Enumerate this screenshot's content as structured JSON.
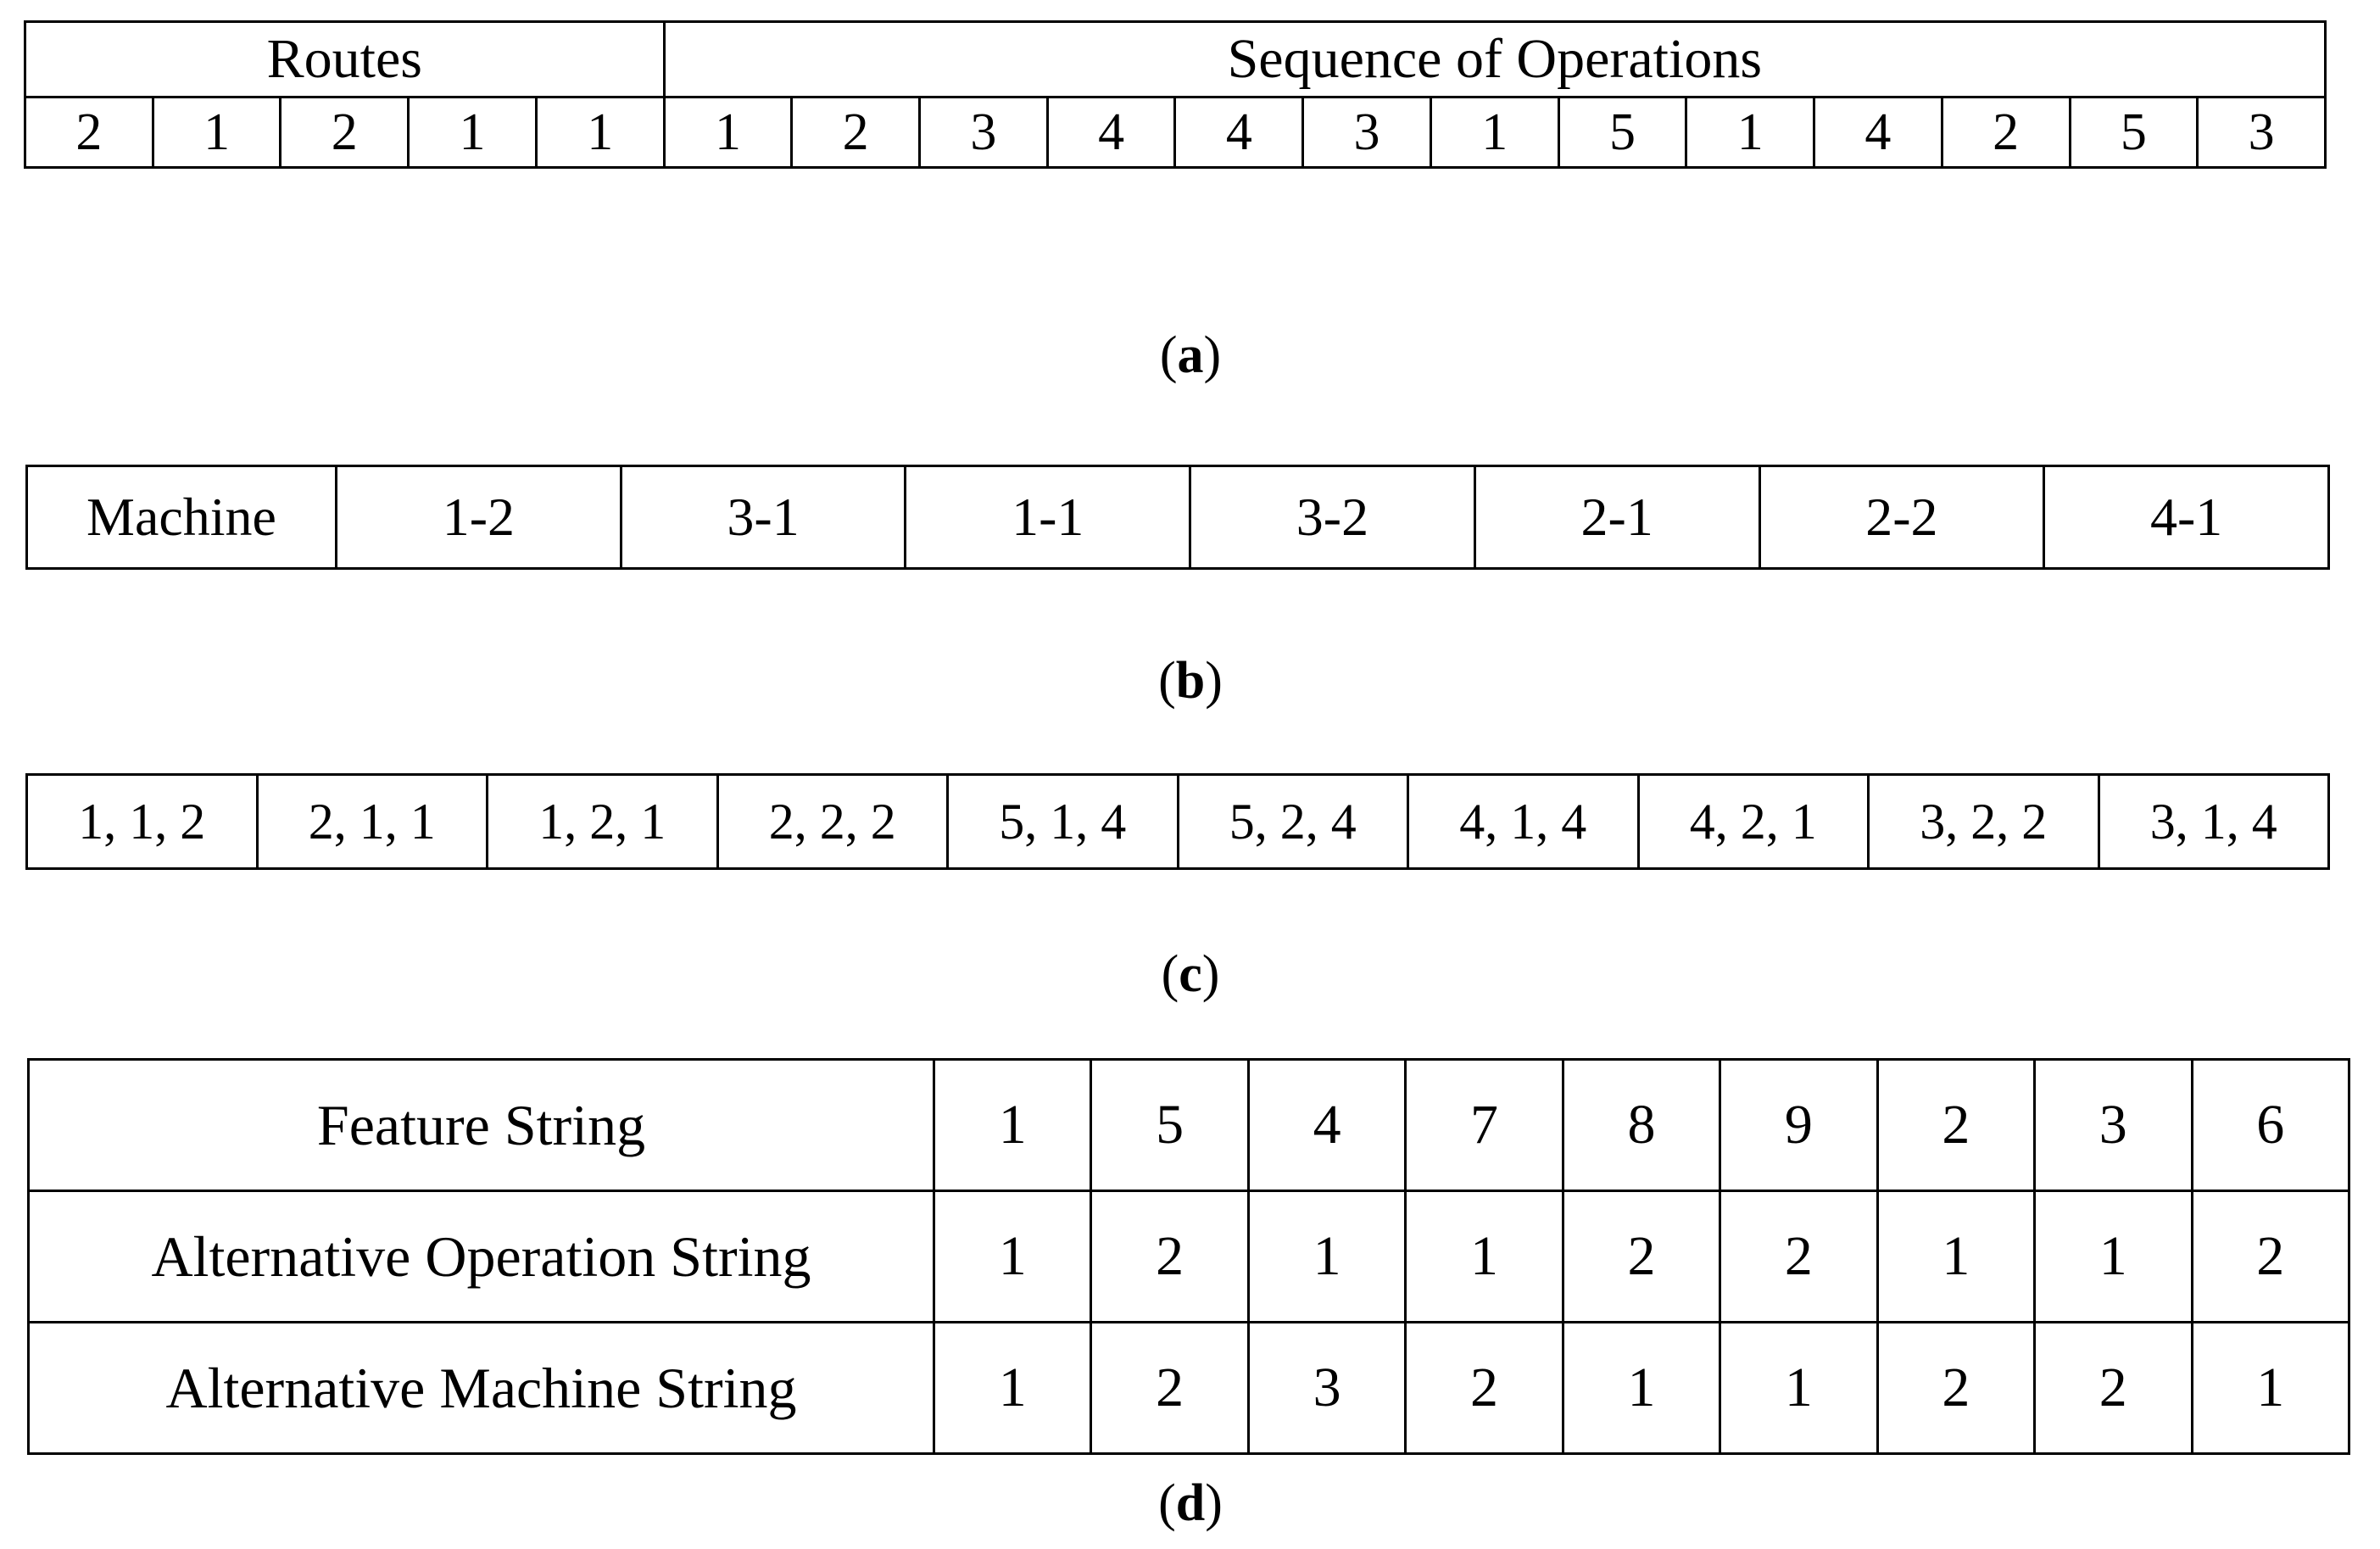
{
  "figure": {
    "panels": {
      "a": {
        "caption_open": "(",
        "caption_letter": "a",
        "caption_close": ")",
        "headers": [
          {
            "label": "Routes",
            "span": 5
          },
          {
            "label": "Sequence of Operations",
            "span": 13
          }
        ],
        "routes": [
          "2",
          "1",
          "2",
          "1",
          "1"
        ],
        "sequence_of_operations": [
          "1",
          "2",
          "3",
          "4",
          "4",
          "3",
          "1",
          "5",
          "1",
          "4",
          "2",
          "5",
          "3"
        ]
      },
      "b": {
        "caption_open": "(",
        "caption_letter": "b",
        "caption_close": ")",
        "row_label": "Machine",
        "machines": [
          "1-2",
          "3-1",
          "1-1",
          "3-2",
          "2-1",
          "2-2",
          "4-1"
        ]
      },
      "c": {
        "caption_open": "(",
        "caption_letter": "c",
        "caption_close": ")",
        "cells": [
          "1, 1, 2",
          "2, 1, 1",
          "1, 2, 1",
          "2, 2, 2",
          "5, 1, 4",
          "5, 2, 4",
          "4, 1, 4",
          "4, 2, 1",
          "3, 2, 2",
          "3, 1, 4"
        ]
      },
      "d": {
        "caption_open": "(",
        "caption_letter": "d",
        "caption_close": ")",
        "rows": [
          {
            "label": "Feature String",
            "values": [
              "1",
              "5",
              "4",
              "7",
              "8",
              "9",
              "2",
              "3",
              "6"
            ]
          },
          {
            "label": "Alternative Operation String",
            "values": [
              "1",
              "2",
              "1",
              "1",
              "2",
              "2",
              "1",
              "1",
              "2"
            ]
          },
          {
            "label": "Alternative Machine String",
            "values": [
              "1",
              "2",
              "3",
              "2",
              "1",
              "1",
              "2",
              "2",
              "1"
            ]
          }
        ]
      }
    },
    "colors": {
      "background": "#ffffff",
      "line": "#000000",
      "text": "#000000"
    }
  }
}
